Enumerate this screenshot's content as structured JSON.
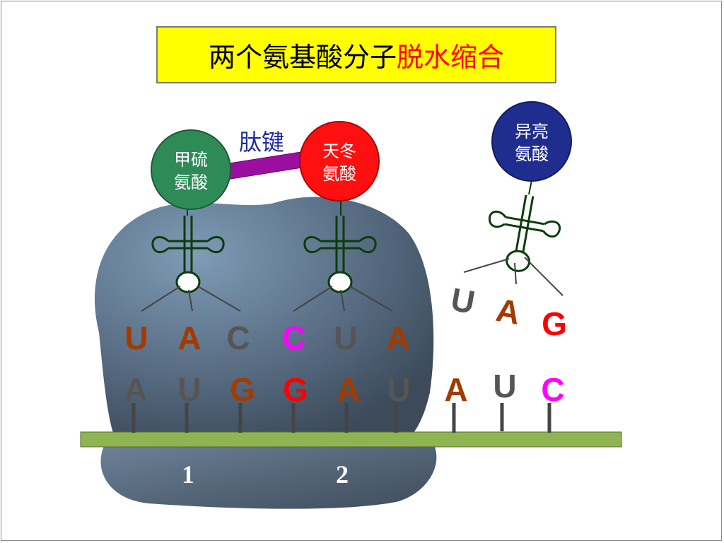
{
  "title": {
    "prefix": "两个氨基酸分子",
    "accent": "脱水缩合"
  },
  "bond_label": "肽键",
  "amino_acids": [
    {
      "id": "met",
      "lines": [
        "甲硫",
        "氨酸"
      ],
      "color": "#2e8b57"
    },
    {
      "id": "asp",
      "lines": [
        "天冬",
        "氨酸"
      ],
      "color": "#ff1010"
    },
    {
      "id": "ile",
      "lines": [
        "异亮",
        "氨酸"
      ],
      "color": "#1f2d8f"
    }
  ],
  "anticodons": [
    {
      "bases": [
        "U",
        "A",
        "C"
      ]
    },
    {
      "bases": [
        "C",
        "U",
        "A"
      ]
    },
    {
      "bases": [
        "U",
        "A",
        "G"
      ]
    }
  ],
  "mrna_bases": [
    "A",
    "U",
    "G",
    "G",
    "A",
    "U",
    "A",
    "U",
    "C"
  ],
  "site_numbers": [
    "1",
    "2"
  ],
  "colors": {
    "base_A": "#a13b00",
    "base_U": "#555555",
    "base_C_gray": "#555555",
    "base_G_dark": "#a13b00",
    "base_G_red": "#ff0000",
    "base_C_magenta": "#ff00ff",
    "ribosome": "#5d7389",
    "mrna": "#8fb552",
    "peptide_bond": "#9b0fa0",
    "trna_stroke": "#0a3d0a"
  }
}
